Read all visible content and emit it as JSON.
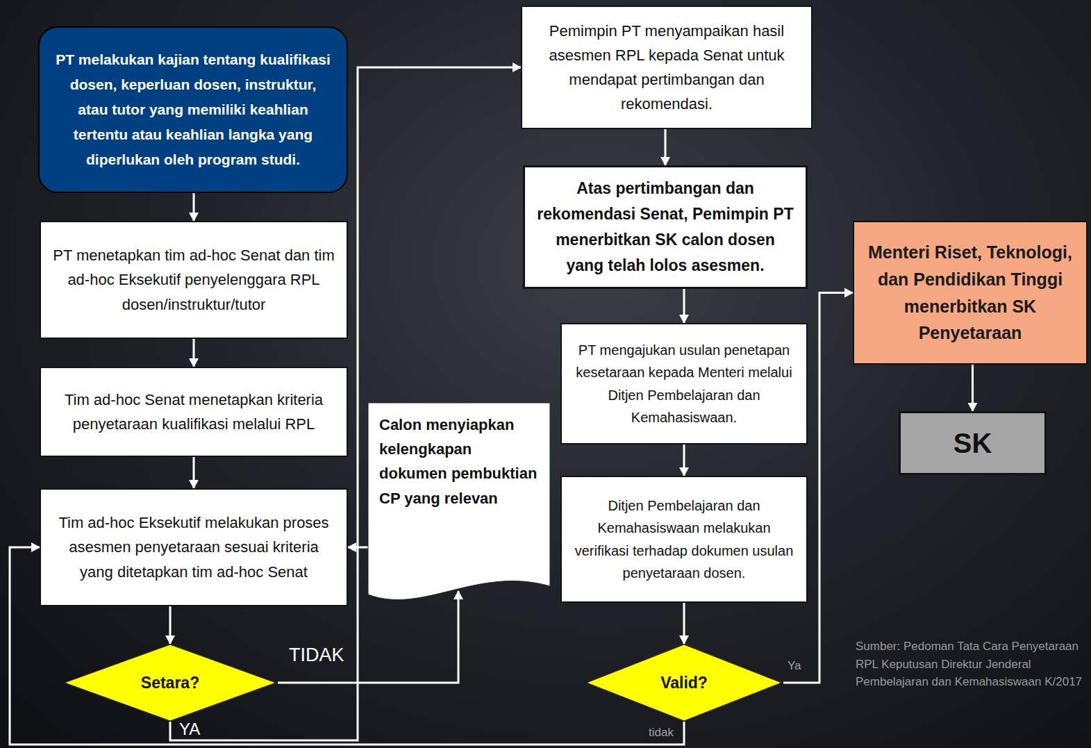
{
  "diagram": {
    "nodes": [
      {
        "text": [
          "PT melakukan kajian tentang kualifikasi dosen, keperluan dosen, instruktur, atau tutor yang memiliki keahlian tertentu atau keahlian langka yang diperlukan oleh program studi."
        ]
      },
      {
        "text": [
          "PT menetapkan tim ad-hoc Senat dan tim ad-hoc Eksekutif penyelenggara RPL dosen/instruktur/tutor"
        ]
      },
      {
        "text": [
          "Tim ad-hoc Senat menetapkan kriteria penyetaraan kualifikasi melalui RPL"
        ]
      },
      {
        "text": [
          "Tim ad-hoc Eksekutif melakukan proses asesmen penyetaraan sesuai kriteria yang ditetapkan tim ad-hoc Senat"
        ]
      },
      {
        "text": [
          "Setara?"
        ]
      },
      {
        "text": [
          "Calon menyiapkan kelengkapan dokumen pembuktian CP yang relevan"
        ]
      },
      {
        "text": [
          "Pemimpin PT menyampaikan hasil asesmen RPL kepada Senat untuk mendapat pertimbangan dan rekomendasi."
        ]
      },
      {
        "text": [
          "Atas pertimbangan dan rekomendasi Senat, Pemimpin PT menerbitkan SK calon dosen yang telah lolos asesmen."
        ]
      },
      {
        "text": [
          "PT mengajukan usulan penetapan kesetaraan kepada Menteri melalui Ditjen Pembelajaran dan Kemahasiswaan."
        ]
      },
      {
        "text": [
          "Ditjen Pembelajaran dan Kemahasiswaan melakukan verifikasi terhadap dokumen usulan penyetaraan dosen."
        ]
      },
      {
        "text": [
          "Valid?"
        ]
      },
      {
        "text": [
          "Menteri Riset, Teknologi, dan Pendidikan Tinggi menerbitkan SK Penyetaraan"
        ]
      },
      {
        "text": [
          "SK"
        ]
      }
    ],
    "edges": [
      {
        "from": 0,
        "to": 1,
        "arrow": "to"
      },
      {
        "from": 1,
        "to": 2,
        "arrow": "to"
      },
      {
        "from": 2,
        "to": 3,
        "arrow": "to"
      },
      {
        "from": 3,
        "to": 4,
        "arrow": "to"
      },
      {
        "from": 4,
        "to": 5,
        "label": "TIDAK",
        "arrow": "to"
      },
      {
        "from": 5,
        "to": 3,
        "arrow": "to"
      },
      {
        "from": 4,
        "to": 6,
        "label": "YA",
        "arrow": "to"
      },
      {
        "from": 6,
        "to": 7,
        "arrow": "to"
      },
      {
        "from": 7,
        "to": 8,
        "arrow": "to"
      },
      {
        "from": 8,
        "to": 9,
        "arrow": "to"
      },
      {
        "from": 9,
        "to": 10,
        "arrow": "to"
      },
      {
        "from": 10,
        "to": 11,
        "label": "Ya",
        "arrow": "to"
      },
      {
        "from": 10,
        "to": 3,
        "label": "tidak",
        "arrow": "to"
      },
      {
        "from": 11,
        "to": 12,
        "arrow": "to"
      }
    ],
    "labels": [
      "Sumber: Pedoman Tata Cara Penyetaraan RPL Keputusan Direktur Jenderal Pembelajaran dan Kemahasiswaan K/2017"
    ]
  }
}
